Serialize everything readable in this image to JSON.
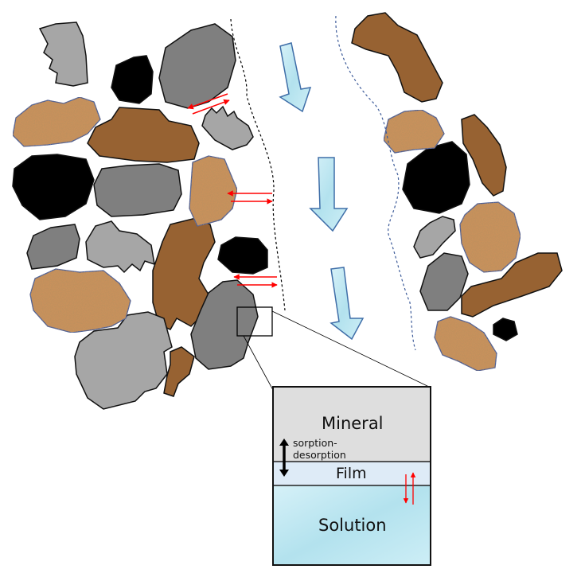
{
  "inset": {
    "mineral_label": "Mineral",
    "sorption_line1": "sorption-",
    "sorption_line2": "desorption",
    "film_label": "Film",
    "solution_label": "Solution"
  },
  "colors": {
    "mineral_light_gray": "#a6a6a6",
    "mineral_dark_gray": "#7f7f7f",
    "mineral_black": "#000000",
    "mineral_brown": "#976232",
    "mineral_sandy": "#c8915c",
    "flow_arrow": "#b9e6f2",
    "exchange_arrow": "#ff0000",
    "inset_mineral": "#dedede",
    "inset_film": "#deebf7",
    "inset_solution": "#c5e9f2"
  },
  "icons": [
    "flow-arrow-icon",
    "exchange-arrow-icon",
    "sorption-desorption-arrow-icon"
  ]
}
